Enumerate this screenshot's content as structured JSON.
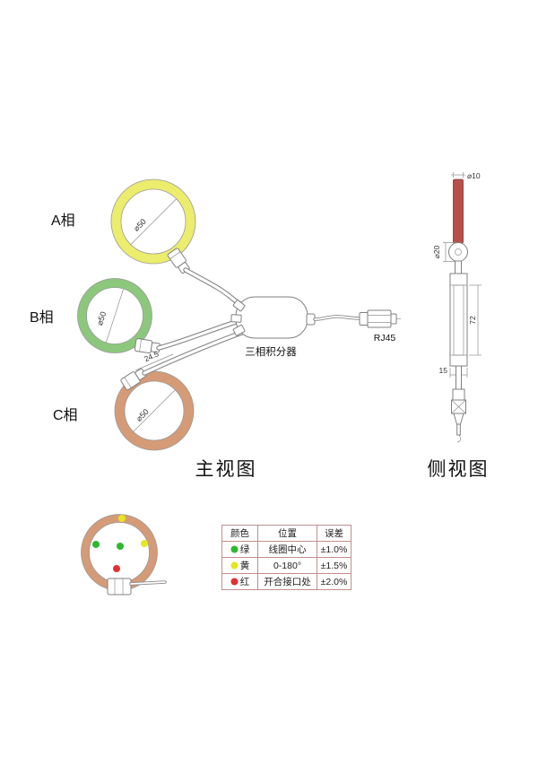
{
  "front_view": {
    "title": "主视图",
    "device_label": "三相积分器",
    "connector_label": "RJ45",
    "clamp_dim": "24.5",
    "phases": [
      {
        "label": "A相",
        "diameter": "⌀50",
        "color": "#ecec6d"
      },
      {
        "label": "B相",
        "diameter": "⌀50",
        "color": "#8cc87c"
      },
      {
        "label": "C相",
        "diameter": "⌀50",
        "color": "#d59b77"
      }
    ]
  },
  "side_view": {
    "title": "侧视图",
    "rod_diameter": "⌀10",
    "coil_diameter": "⌀20",
    "body_length": "72",
    "body_width": "15",
    "rod_color": "#b8504a"
  },
  "calibration": {
    "ring_color": "#d59b77",
    "dot_colors": {
      "green": "#2eb82e",
      "yellow": "#e6e622",
      "red": "#e03030"
    },
    "table": {
      "headers": [
        "颜色",
        "位置",
        "误差"
      ],
      "rows": [
        {
          "name": "绿",
          "color": "#2eb82e",
          "position": "线圈中心",
          "tolerance": "±1.0%"
        },
        {
          "name": "黄",
          "color": "#e6e622",
          "position": "0-180°",
          "tolerance": "±1.5%"
        },
        {
          "name": "红",
          "color": "#e03030",
          "position": "开合接口处",
          "tolerance": "±2.0%"
        }
      ]
    }
  }
}
